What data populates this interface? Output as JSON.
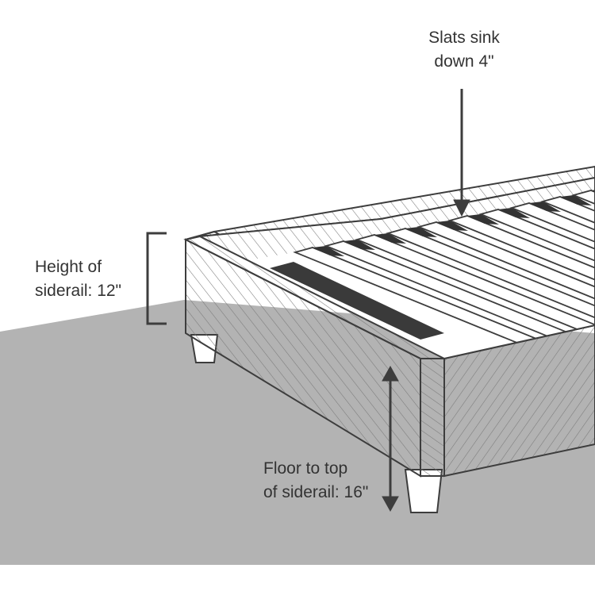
{
  "annotations": {
    "slats": {
      "line1": "Slats sink",
      "line2": "down 4\""
    },
    "height": {
      "line1": "Height of",
      "line2": "siderail: 12\""
    },
    "floor": {
      "line1": "Floor to top",
      "line2": "of siderail: 16\""
    }
  },
  "colors": {
    "floor": "#b3b3b3",
    "background": "#ffffff",
    "outline": "#3d3d3d",
    "hatch": "#7a7a7a",
    "slat_gap": "#333333",
    "text": "#333333"
  }
}
